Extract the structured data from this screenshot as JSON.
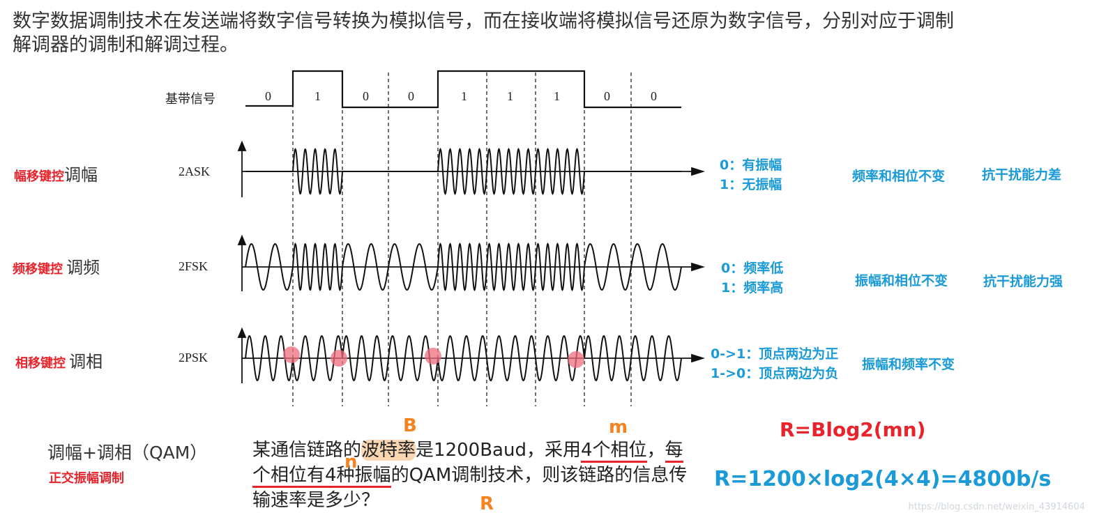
{
  "intro": {
    "line1": "数字数据调制技术在发送端将数字信号转换为模拟信号，而在接收端将模拟信号还原为数字信号，分别对应于调制",
    "line2": "解调器的调制和解调过程。"
  },
  "baseband": {
    "label": "基带信号",
    "bits": [
      "0",
      "1",
      "0",
      "0",
      "1",
      "1",
      "1",
      "0",
      "0"
    ]
  },
  "rows": [
    {
      "red": "幅移键控",
      "black": "调幅",
      "code": "2ASK",
      "blue1": "0：有振幅",
      "blue2": "1：无振幅",
      "invariant": "频率和相位不变",
      "robust": "抗干扰能力差"
    },
    {
      "red": "频移键控",
      "black": "调频",
      "code": "2FSK",
      "blue1": "0：频率低",
      "blue2": "1：频率高",
      "invariant": "振幅和相位不变",
      "robust": "抗干扰能力强"
    },
    {
      "red": "相移键控",
      "black": "调相",
      "code": "2PSK",
      "blue1": "0->1：顶点两边为正",
      "blue2": "1->0：顶点两边为负",
      "invariant": "振幅和频率不变"
    }
  ],
  "qam": {
    "label": "调幅+调相（QAM）",
    "sub": "正交振幅调制"
  },
  "question": {
    "p1": "某通信链路的",
    "p2": "波特率",
    "p3": "是1200Baud，采用",
    "p4": "4个相位",
    "p5": "，",
    "p6": "每个相位有",
    "p7": "4种振幅",
    "p8": "的QAM调制技术，则该链路的信息传输速率是多少？"
  },
  "annotations": {
    "B": "B",
    "m": "m",
    "n": "n",
    "R": "R"
  },
  "formula": {
    "general": "R=Blog2(mn)",
    "result": "R=1200×log2(4×4)=4800b/s"
  },
  "watermark": "https://blog.csdn.net/weixin_43914604",
  "colors": {
    "red": "#e8232b",
    "blue": "#1a9ad6",
    "orange": "#f5831f",
    "highlight": "#fbd6b3"
  }
}
